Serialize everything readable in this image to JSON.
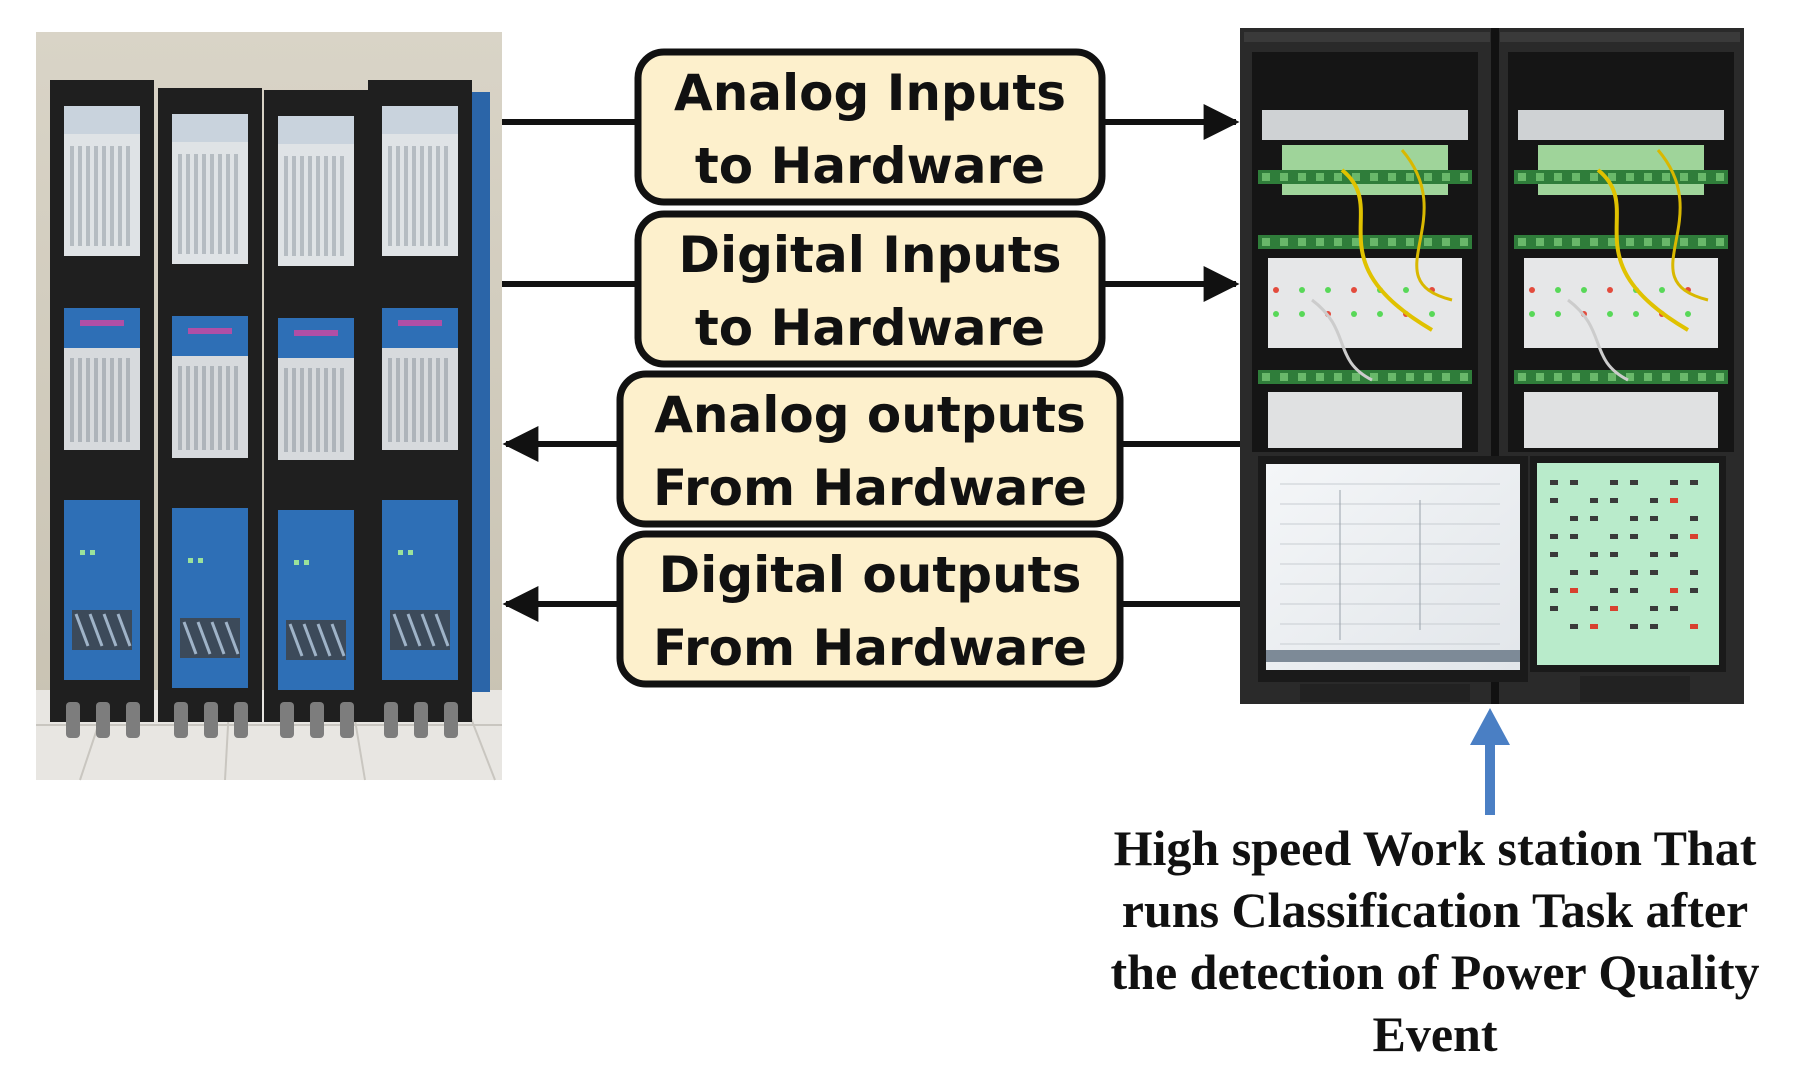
{
  "flows": [
    {
      "line1": "Analog Inputs",
      "line2": "to Hardware",
      "direction": "right"
    },
    {
      "line1": "Digital Inputs",
      "line2": "to Hardware",
      "direction": "right"
    },
    {
      "line1": "Analog outputs",
      "line2": "From Hardware",
      "direction": "left"
    },
    {
      "line1": "Digital outputs",
      "line2": "From Hardware",
      "direction": "left"
    }
  ],
  "caption": {
    "lines": [
      "High speed Work station That",
      "runs Classification Task after",
      "the detection of Power Quality",
      "Event"
    ]
  },
  "colors": {
    "label_fill": "#fdf0cc",
    "label_border": "#111111",
    "arrow": "#111111",
    "up_arrow": "#4a7fc4",
    "simulator_blue": "#2e6fb6",
    "rack_dark": "#1f1f1f"
  }
}
